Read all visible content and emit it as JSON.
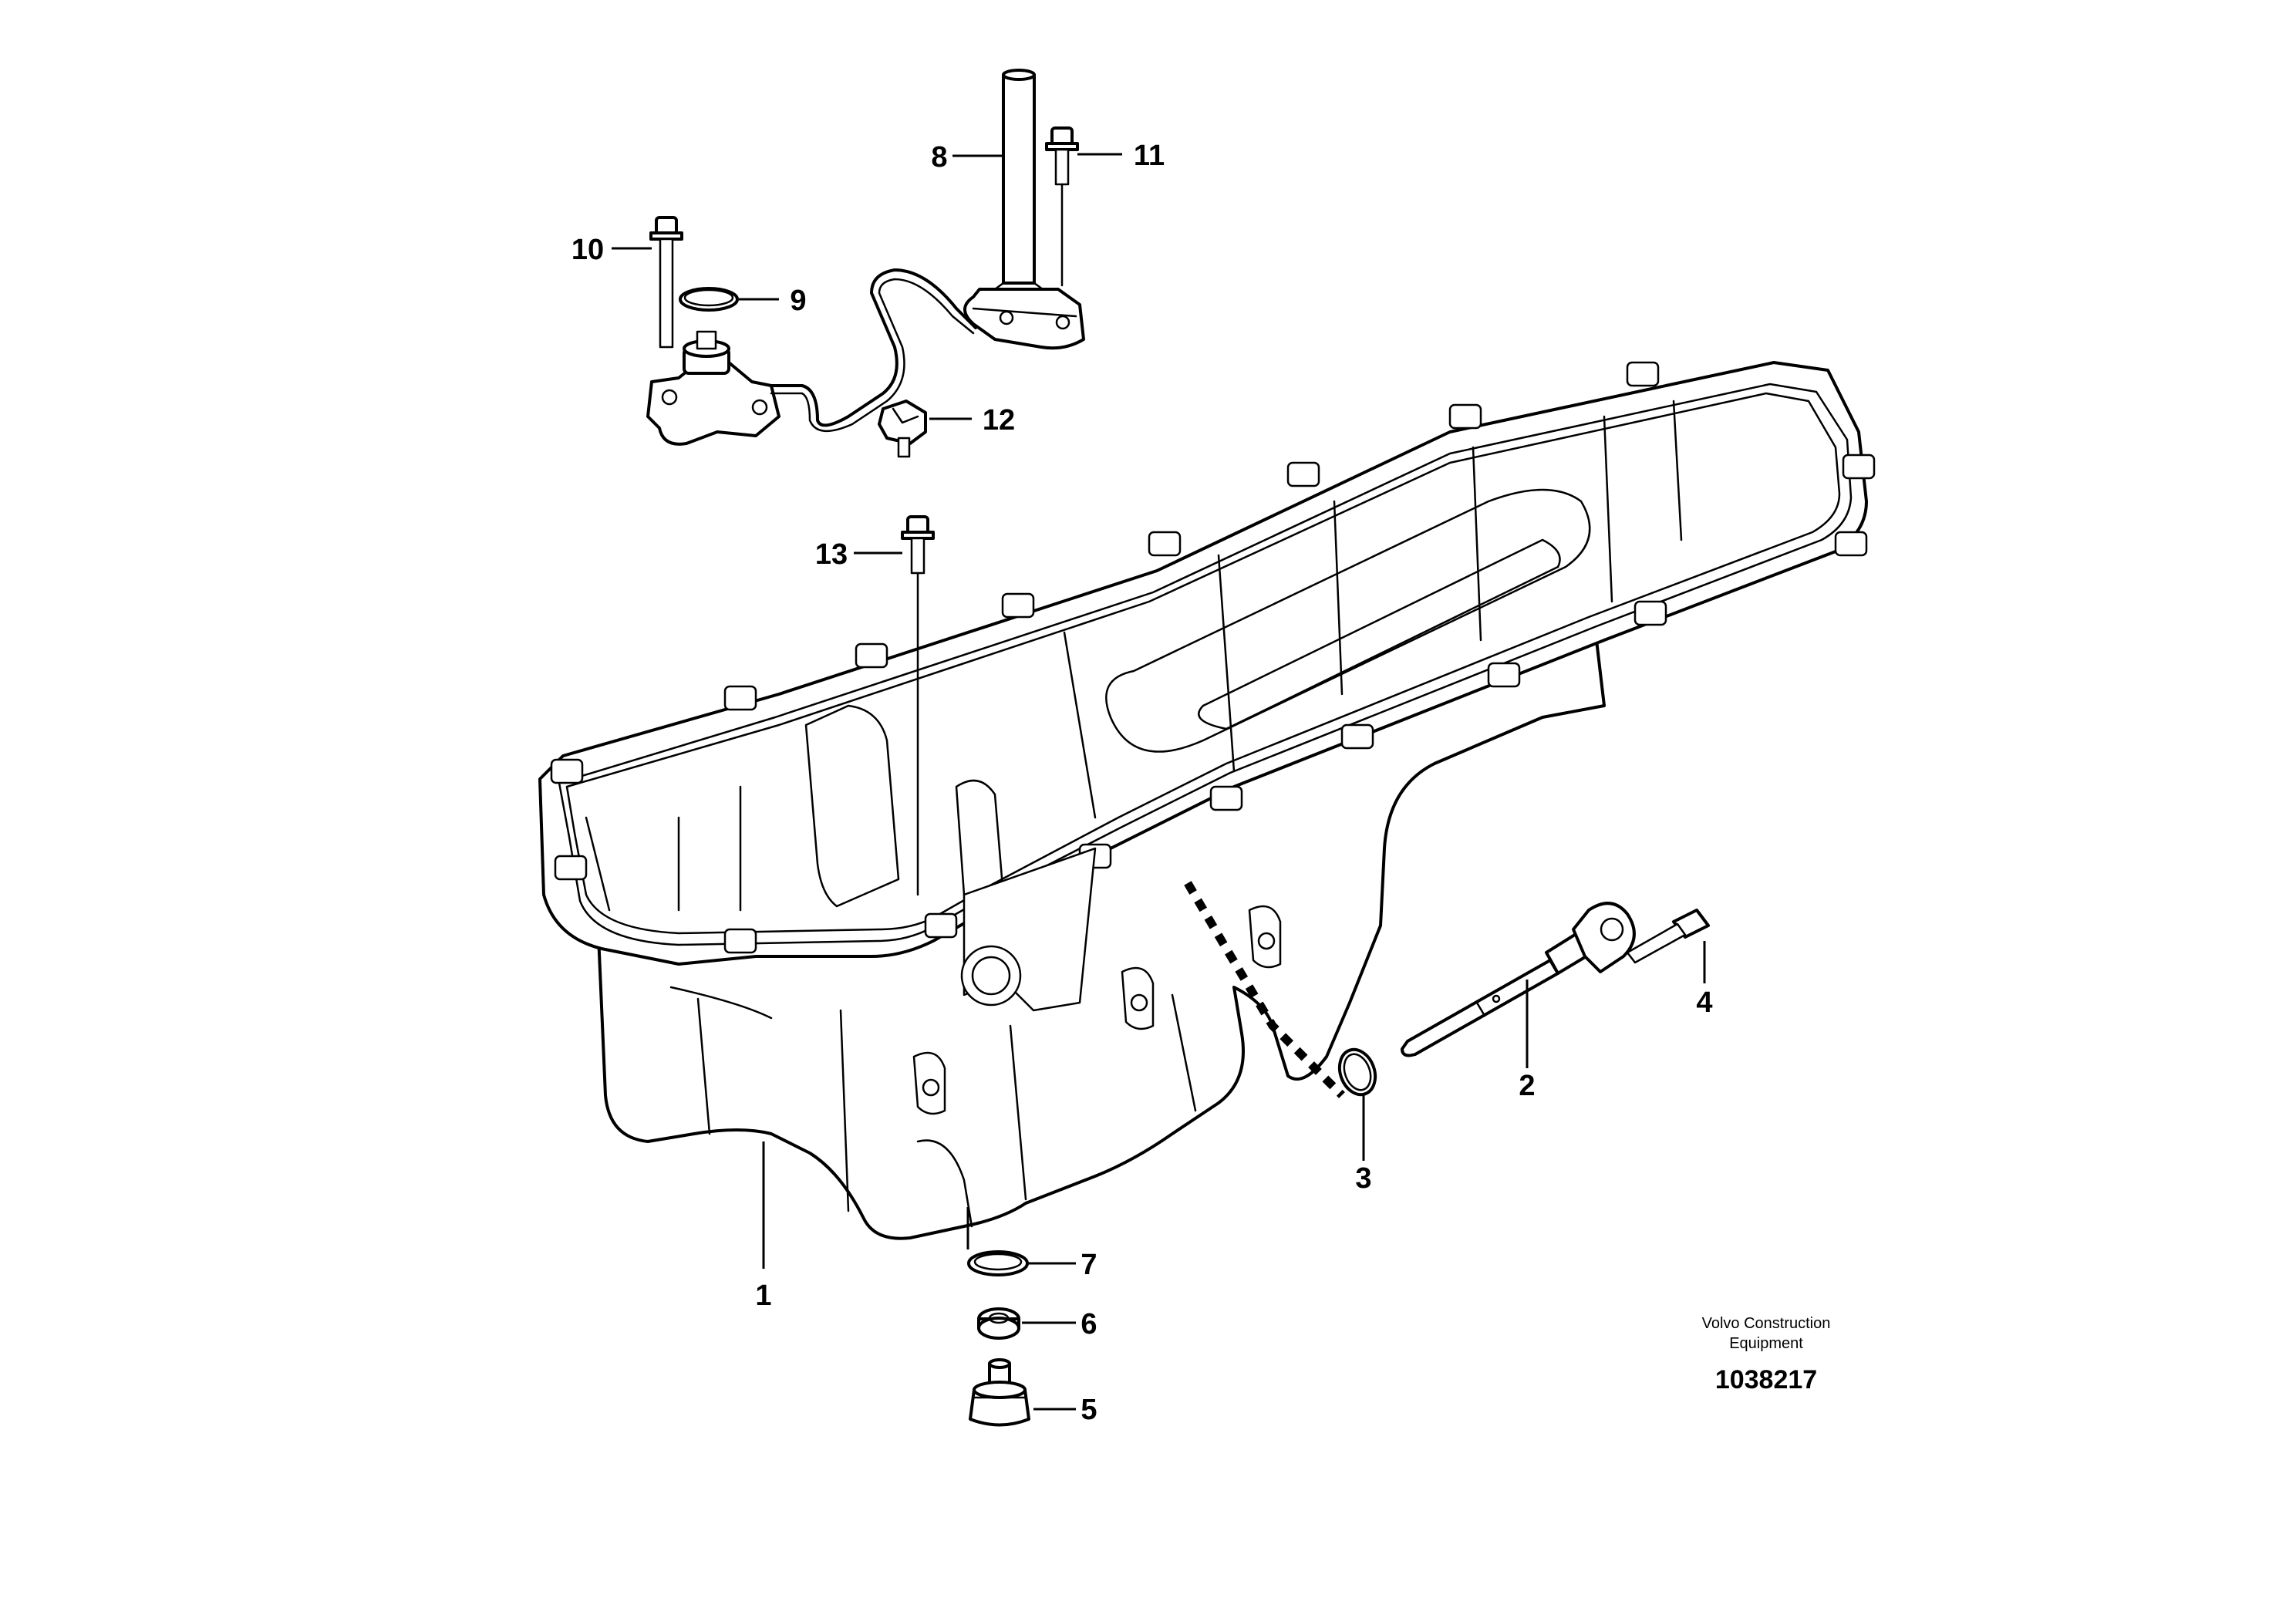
{
  "callouts": [
    {
      "id": "1",
      "label": "1"
    },
    {
      "id": "2",
      "label": "2"
    },
    {
      "id": "3",
      "label": "3"
    },
    {
      "id": "4",
      "label": "4"
    },
    {
      "id": "5",
      "label": "5"
    },
    {
      "id": "6",
      "label": "6"
    },
    {
      "id": "7",
      "label": "7"
    },
    {
      "id": "8",
      "label": "8"
    },
    {
      "id": "9",
      "label": "9"
    },
    {
      "id": "10",
      "label": "10"
    },
    {
      "id": "11",
      "label": "11"
    },
    {
      "id": "12",
      "label": "12"
    },
    {
      "id": "13",
      "label": "13"
    }
  ],
  "footer": {
    "brand_line1": "Volvo Construction",
    "brand_line2": "Equipment",
    "doc_number": "1038217"
  }
}
